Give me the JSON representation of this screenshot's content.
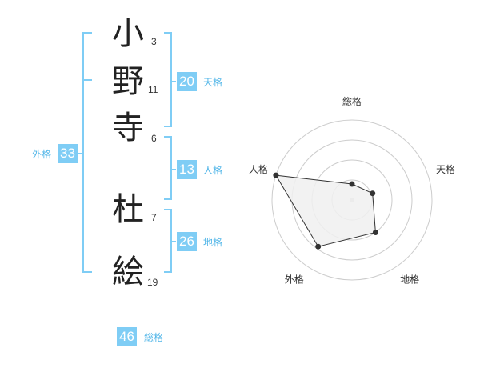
{
  "name_chars": [
    {
      "char": "小",
      "strokes": "3"
    },
    {
      "char": "野",
      "strokes": "11"
    },
    {
      "char": "寺",
      "strokes": "6"
    },
    {
      "char": "杜",
      "strokes": "7"
    },
    {
      "char": "絵",
      "strokes": "19"
    }
  ],
  "scores": {
    "tenkaku": {
      "value": "20",
      "label": "天格"
    },
    "jinkaku": {
      "value": "13",
      "label": "人格"
    },
    "chikaku": {
      "value": "26",
      "label": "地格"
    },
    "gaikaku": {
      "value": "33",
      "label": "外格"
    },
    "soukaku": {
      "value": "46",
      "label": "総格"
    }
  },
  "colors": {
    "accent": "#7fcdf5",
    "accent_text": "#52b6e8",
    "radar_fill": "#f0f0f0",
    "radar_ring": "#cccccc"
  },
  "chart_data": {
    "type": "radar",
    "axes": [
      "総格",
      "天格",
      "地格",
      "外格",
      "人格"
    ],
    "values": [
      0.2,
      0.27,
      0.5,
      0.72,
      1.0
    ],
    "range": [
      0,
      1
    ],
    "rings": 4,
    "grid": true
  }
}
